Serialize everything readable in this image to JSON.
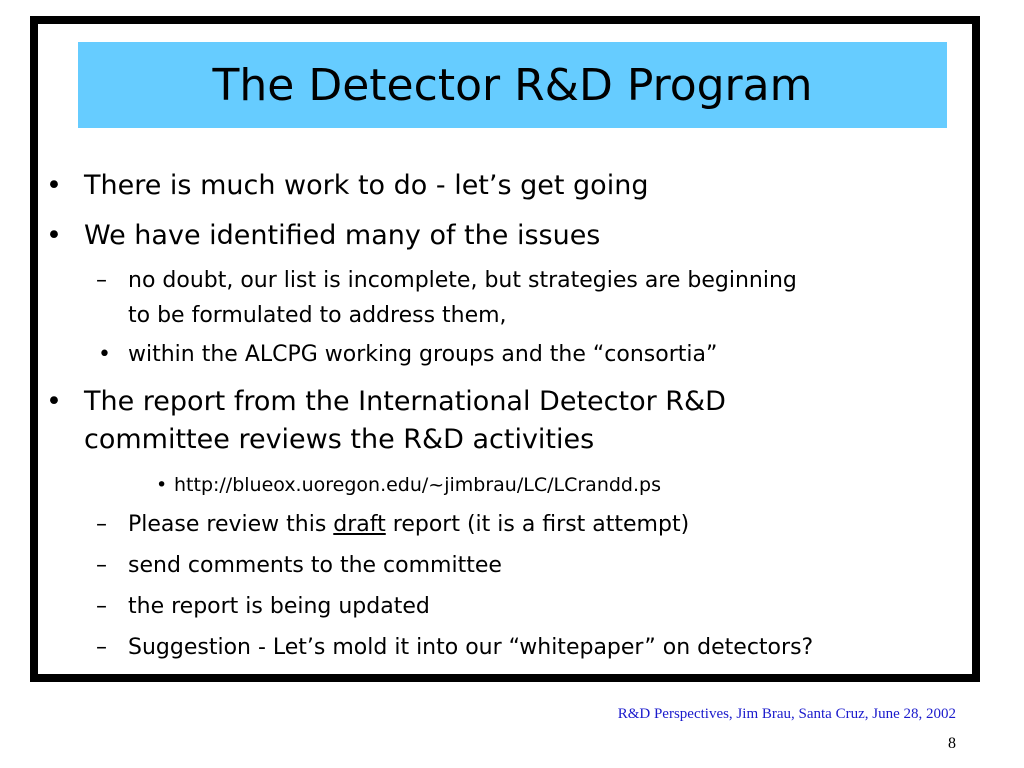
{
  "slide": {
    "title": "The Detector R&D Program",
    "bullets": [
      {
        "marker": "•",
        "text": "There is much work to do - let’s get going"
      },
      {
        "marker": "•",
        "text": "We have identified many of the issues"
      },
      {
        "marker": "–",
        "text1": "no doubt, our list is incomplete, but strategies are beginning",
        "text2": "to be formulated to address them,"
      },
      {
        "marker": "•",
        "text": "within the ALCPG working groups and the “consortia”"
      },
      {
        "marker": "•",
        "text1": "The report from the International Detector R&D",
        "text2": "committee reviews the R&D activities"
      },
      {
        "marker": "•",
        "text": "http://blueox.uoregon.edu/~jimbrau/LC/LCrandd.ps"
      },
      {
        "marker": "–",
        "before": "Please review this ",
        "link": "draft",
        "after": " report (it is a first attempt)"
      },
      {
        "marker": "–",
        "text": "send comments to the committee"
      },
      {
        "marker": "–",
        "text": "the report is being updated"
      },
      {
        "marker": "–",
        "text": "Suggestion - Let’s mold it into our “whitepaper” on detectors?"
      }
    ]
  },
  "footer": {
    "credit": "R&D Perspectives, Jim Brau, Santa Cruz, June 28, 2002",
    "page_number": "8"
  },
  "colors": {
    "title_background": "#66ccff",
    "frame": "#000000",
    "footer_text": "#1a1acc"
  }
}
